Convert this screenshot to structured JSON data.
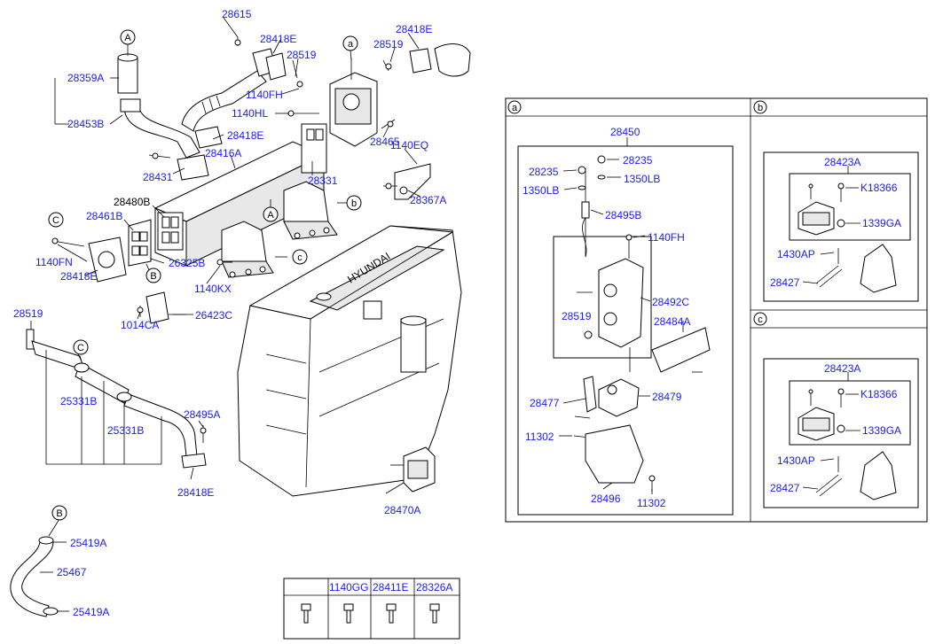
{
  "labels": {
    "l28615": "28615",
    "l28418E_a": "28418E",
    "l28418E_b": "28418E",
    "l28418E_c": "28418E",
    "l28418E_d": "28418E",
    "l28418E_e": "28418E",
    "l28519_a": "28519",
    "l28519_b": "28519",
    "l28519_c": "28519",
    "l28359A": "28359A",
    "l28453B": "28453B",
    "l1140FH_a": "1140FH",
    "l1140FH_b": "1140FH",
    "l1140HL": "1140HL",
    "l28465": "28465",
    "l1140EQ": "1140EQ",
    "l28431": "28431",
    "l28416A": "28416A",
    "l28331": "28331",
    "l28367A": "28367A",
    "l28480B": "28480B",
    "l28461B": "28461B",
    "l1140FN": "1140FN",
    "l26325B": "26325B",
    "l1140KX": "1140KX",
    "l1014CA": "1014CA",
    "l26423C": "26423C",
    "l25331B_a": "25331B",
    "l25331B_b": "25331B",
    "l28495A": "28495A",
    "l28470A": "28470A",
    "l25419A_a": "25419A",
    "l25419A_b": "25419A",
    "l25467": "25467",
    "l28450": "28450",
    "l28235_a": "28235",
    "l28235_b": "28235",
    "l1350LB_a": "1350LB",
    "l1350LB_b": "1350LB",
    "l28495B": "28495B",
    "l1140FH_c": "1140FH",
    "l28492C": "28492C",
    "l28484A": "28484A",
    "l28479": "28479",
    "l28477": "28477",
    "l11302_a": "11302",
    "l11302_b": "11302",
    "l28496": "28496",
    "l28423A_b": "28423A",
    "l28423A_c": "28423A",
    "lK18366_b": "K18366",
    "lK18366_c": "K18366",
    "l1339GA_b": "1339GA",
    "l1339GA_c": "1339GA",
    "l1430AP_b": "1430AP",
    "l1430AP_c": "1430AP",
    "l28427_b": "28427",
    "l28427_c": "28427"
  },
  "callouts": {
    "A": "A",
    "B": "B",
    "C": "C",
    "a": "a",
    "b": "b",
    "c": "c"
  },
  "detail_headers": {
    "a": "a",
    "b": "b",
    "c": "c"
  },
  "fastener_table": {
    "headers": [
      "",
      "1140GG",
      "28411E",
      "28326A"
    ]
  },
  "colors": {
    "label": "#1a1aff",
    "line": "#000000"
  }
}
